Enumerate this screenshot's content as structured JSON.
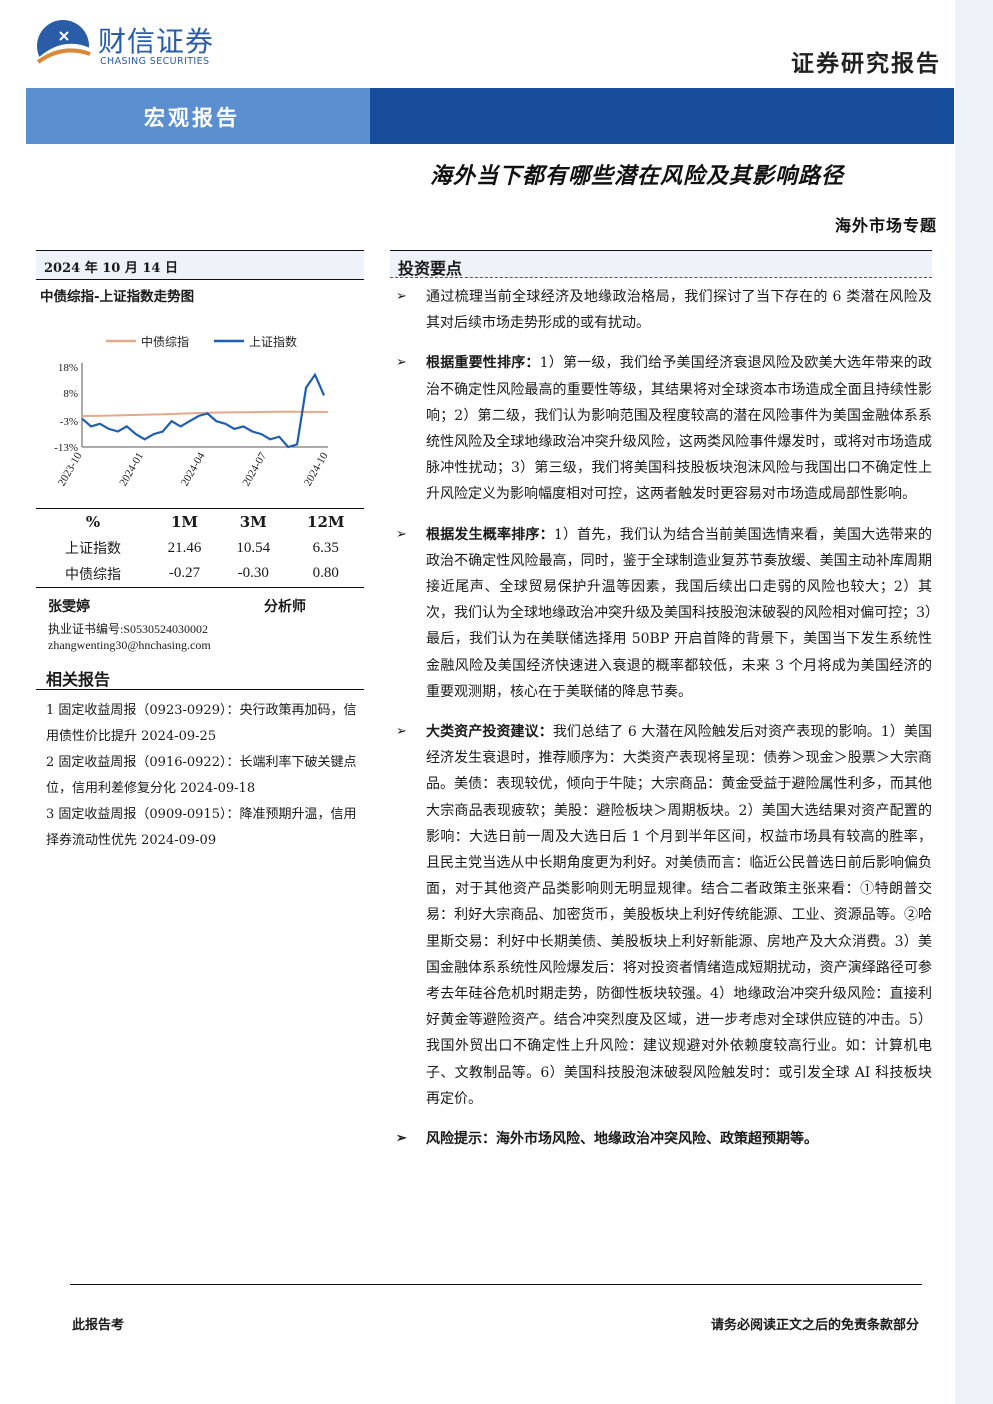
{
  "header": {
    "logo_cn": "财信证券",
    "logo_en": "CHASING SECURITIES",
    "doc_type": "证券研究报告",
    "banner_label": "宏观报告",
    "title": "海外当下都有哪些潜在风险及其影响路径",
    "subtitle": "海外市场专题"
  },
  "left": {
    "date": "2024 年 10 月 14 日",
    "chart_title": "中债综指-上证指数走势图"
  },
  "chart_data": {
    "type": "line",
    "legend_position": "top",
    "series": [
      {
        "name": "中债综指",
        "color": "#e4a98a",
        "x": [
          "2023-10",
          "2023-11",
          "2023-12",
          "2024-01",
          "2024-02",
          "2024-03",
          "2024-04",
          "2024-05",
          "2024-06",
          "2024-07",
          "2024-08",
          "2024-09",
          "2024-10"
        ],
        "values": [
          -1.0,
          -0.9,
          -0.7,
          -0.5,
          -0.3,
          0.0,
          0.2,
          0.4,
          0.5,
          0.6,
          0.7,
          0.6,
          0.6
        ]
      },
      {
        "name": "上证指数",
        "color": "#1f5eb0",
        "x": [
          "2023-10",
          "2023-10",
          "2023-11",
          "2023-11",
          "2023-12",
          "2023-12",
          "2024-01",
          "2024-01",
          "2024-02",
          "2024-02",
          "2024-03",
          "2024-03",
          "2024-04",
          "2024-04",
          "2024-05",
          "2024-05",
          "2024-06",
          "2024-06",
          "2024-07",
          "2024-07",
          "2024-08",
          "2024-08",
          "2024-09",
          "2024-09",
          "2024-09",
          "2024-09",
          "2024-10",
          "2024-10"
        ],
        "values": [
          -2,
          -5,
          -4,
          -6,
          -7,
          -5,
          -8,
          -10,
          -8,
          -7,
          -3,
          -5,
          -3,
          -1,
          0,
          -3,
          -4,
          -6,
          -5,
          -7,
          -8,
          -10,
          -9,
          -13,
          -12,
          10,
          15,
          7
        ]
      }
    ],
    "y_ticks": [
      "18%",
      "8%",
      "-3%",
      "-13%"
    ],
    "x_ticks": [
      "2023-10",
      "2024-01",
      "2024-04",
      "2024-07",
      "2024-10"
    ],
    "ylim": [
      -13,
      18
    ]
  },
  "perf_table": {
    "headers": [
      "%",
      "1M",
      "3M",
      "12M"
    ],
    "rows": [
      {
        "name": "上证指数",
        "m1": "21.46",
        "m3": "10.54",
        "m12": "6.35"
      },
      {
        "name": "中债综指",
        "m1": "-0.27",
        "m3": "-0.30",
        "m12": "0.80"
      }
    ]
  },
  "analyst": {
    "name": "张雯婷",
    "title": "分析师",
    "cert": "执业证书编号:S0530524030002",
    "email": "zhangwenting30@hnchasing.com"
  },
  "related": {
    "title": "相关报告",
    "items": [
      "1 固定收益周报（0923-0929）：央行政策再加码，信用债性价比提升 2024-09-25",
      "2 固定收益周报（0916-0922）：长端利率下破关键点位，信用利差修复分化 2024-09-18",
      "3 固定收益周报（0909-0915）：降准预期升温，信用择券流动性优先 2024-09-09"
    ]
  },
  "right": {
    "section_title": "投资要点",
    "arrow": "➢",
    "bullets": [
      {
        "lead": "",
        "text": "通过梳理当前全球经济及地缘政治格局，我们探讨了当下存在的 6 类潜在风险及其对后续市场走势形成的或有扰动。"
      },
      {
        "lead": "根据重要性排序：",
        "text": "1）第一级，我们给予美国经济衰退风险及欧美大选年带来的政治不确定性风险最高的重要性等级，其结果将对全球资本市场造成全面且持续性影响；2）第二级，我们认为影响范围及程度较高的潜在风险事件为美国金融体系系统性风险及全球地缘政治冲突升级风险，这两类风险事件爆发时，或将对市场造成脉冲性扰动；3）第三级，我们将美国科技股板块泡沫风险与我国出口不确定性上升风险定义为影响幅度相对可控，这两者触发时更容易对市场造成局部性影响。"
      },
      {
        "lead": "根据发生概率排序：",
        "text": "1）首先，我们认为结合当前美国选情来看，美国大选带来的政治不确定性风险最高，同时，鉴于全球制造业复苏节奏放缓、美国主动补库周期接近尾声、全球贸易保护升温等因素，我国后续出口走弱的风险也较大；2）其次，我们认为全球地缘政治冲突升级及美国科技股泡沫破裂的风险相对偏可控；3）最后，我们认为在美联储选择用 50BP 开启首降的背景下，美国当下发生系统性金融风险及美国经济快速进入衰退的概率都较低，未来 3 个月将成为美国经济的重要观测期，核心在于美联储的降息节奏。"
      },
      {
        "lead": "大类资产投资建议：",
        "text": "我们总结了 6 大潜在风险触发后对资产表现的影响。1）美国经济发生衰退时，推荐顺序为：大类资产表现将呈现：债券＞现金＞股票＞大宗商品。美债：表现较优，倾向于牛陡；大宗商品：黄金受益于避险属性利多，而其他大宗商品表现疲软；美股：避险板块＞周期板块。2）美国大选结果对资产配置的影响：大选日前一周及大选日后 1 个月到半年区间，权益市场具有较高的胜率，且民主党当选从中长期角度更为利好。对美债而言：临近公民普选日前后影响偏负面，对于其他资产品类影响则无明显规律。结合二者政策主张来看：①特朗普交易：利好大宗商品、加密货币，美股板块上利好传统能源、工业、资源品等。②哈里斯交易：利好中长期美债、美股板块上利好新能源、房地产及大众消费。3）美国金融体系系统性风险爆发后：将对投资者情绪造成短期扰动，资产演绎路径可参考去年硅谷危机时期走势，防御性板块较强。4）地缘政治冲突升级风险：直接利好黄金等避险资产。结合冲突烈度及区域，进一步考虑对全球供应链的冲击。5）我国外贸出口不确定性上升风险：建议规避对外依赖度较高行业。如：计算机电子、文教制品等。6）美国科技股泡沫破裂风险触发时：或引发全球 AI 科技板块再定价。"
      }
    ],
    "risk": "风险提示：海外市场风险、地缘政治冲突风险、政策超预期等。"
  },
  "footer": {
    "left": "此报告考",
    "right": "请务必阅读正文之后的免责条款部分"
  },
  "colors": {
    "banner_light": "#5b8fd0",
    "banner_dark": "#164c99",
    "brand_blue": "#2a5ca8"
  }
}
